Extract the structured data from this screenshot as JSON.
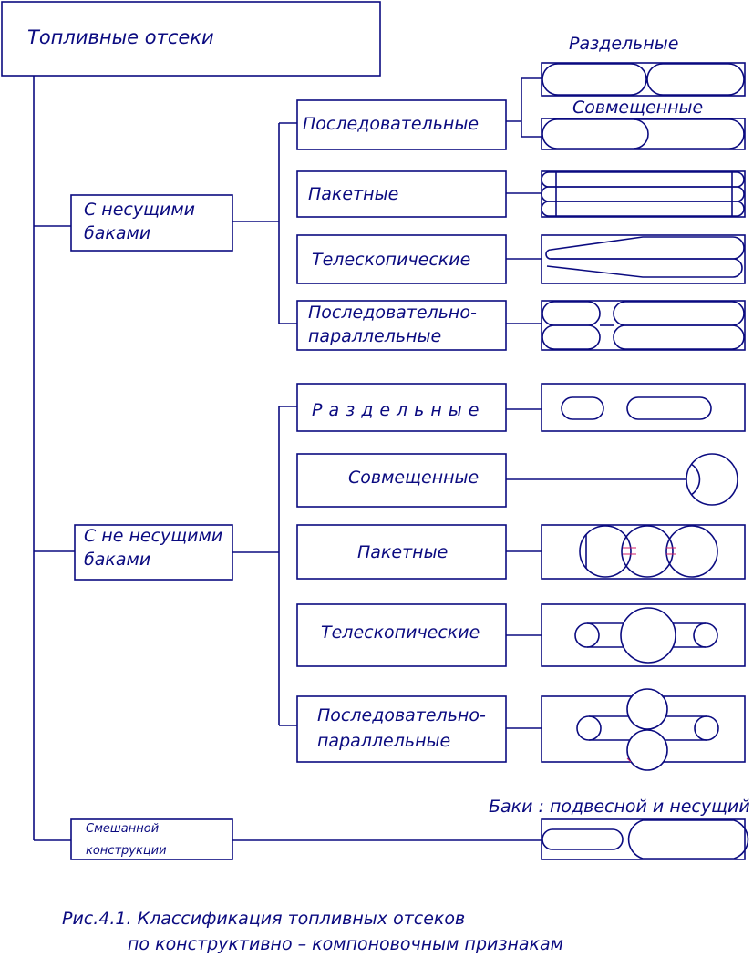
{
  "root": {
    "label": "Топливные отсеки"
  },
  "groups": {
    "bearing": {
      "label_lines": [
        "С несущими",
        "баками"
      ],
      "items": {
        "sequential": {
          "label_lines": [
            "Последовательные"
          ],
          "variants": {
            "separate": "Раздельные",
            "combined": "Совмещенные"
          }
        },
        "packet": {
          "label_lines": [
            "Пакетные"
          ]
        },
        "telescopic": {
          "label_lines": [
            "Телескопические"
          ]
        },
        "seqpar": {
          "label_lines": [
            "Последовательно-",
            "параллельные"
          ]
        }
      }
    },
    "nonbearing": {
      "label_lines": [
        "С не несущими",
        "баками"
      ],
      "items": {
        "separate": {
          "label_lines": [
            "Раздельные"
          ]
        },
        "combined": {
          "label_lines": [
            "Совмещенные"
          ]
        },
        "packet": {
          "label_lines": [
            "Пакетные"
          ]
        },
        "telescopic": {
          "label_lines": [
            "Телескопические"
          ]
        },
        "seqpar": {
          "label_lines": [
            "Последовательно-",
            "параллельные"
          ]
        }
      }
    },
    "mixed": {
      "label_lines": [
        "Смешанной",
        "конструкции"
      ],
      "note": "Баки : подвесной и несущий"
    }
  },
  "caption": {
    "line1": "Рис.4.1. Классификация топливных отсеков",
    "line2": "по конструктивно – компоновочным признакам"
  },
  "colors": {
    "ink": "#0b0b80",
    "marker": "#d0206a"
  }
}
